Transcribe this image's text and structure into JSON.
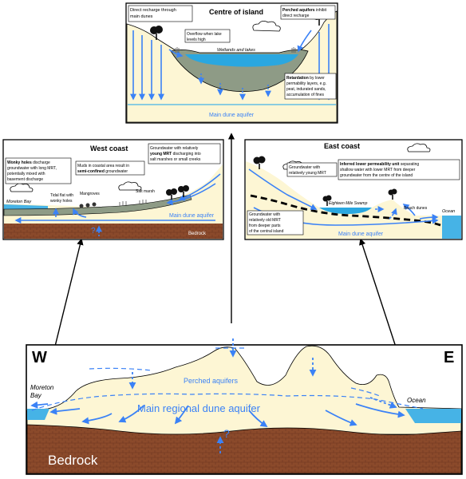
{
  "colors": {
    "sand": "#fdf6d4",
    "bedrock": "#8b4a2b",
    "water_arrow": "#3b82f6",
    "lake": "#2aa7e0",
    "low_perm": "#8e9b86",
    "ocean": "#46b3e6"
  },
  "center_panel": {
    "title": "Centre of island",
    "direct_recharge": [
      "Direct recharge through",
      "main dunes"
    ],
    "overflow": [
      "Overflow when lake",
      "levels high"
    ],
    "perched": {
      "bold": "Perched aquifers",
      "rest": [
        " inhibit",
        "direct recharge"
      ]
    },
    "wetlands": "Wetlands and lakes",
    "retardation": {
      "bold": "Retardation",
      "rest": [
        " by lower",
        "permability layers, e.g.",
        "peat, indurated sands,",
        "accumulation of fines"
      ]
    },
    "aquifer": "Main dune aquifer"
  },
  "west_panel": {
    "title": "West coast",
    "wonky": {
      "bold": "Wonky holes",
      "rest": [
        " discharge",
        "groundwater with long MRT,",
        "potentially mixed with",
        "basement discharge"
      ]
    },
    "muds": {
      "lines": [
        "Muds in coastal area result in"
      ],
      "bold": "semi-confined",
      "tail": " groundwater"
    },
    "groundwater": {
      "l1": "Groundwater with relatively",
      "bold": "young MRT",
      "l2tail": " discharging into",
      "l3": "salt marshes or small creeks"
    },
    "tidal_flat": [
      "Tidal flat with",
      "wonky holes"
    ],
    "mangroves": "Mangroves",
    "salt_marsh": "Salt marsh",
    "moreton": "Moreton Bay",
    "aquifer": "Main dune aquifer",
    "bedrock": "Bedrock",
    "question": "?"
  },
  "east_panel": {
    "title": "East coast",
    "young": [
      "Groundwater with",
      "relatively young MRT"
    ],
    "inferred": {
      "bold": "Inferred lower permeability unit",
      "rest": [
        " separating",
        "shallow water with lower MRT from deeper",
        "groundwater from the centre of the island"
      ]
    },
    "swamp": "Eighteen Mile Swamp",
    "beach_dunes": "Beach dunes",
    "ocean": "Ocean",
    "old": [
      "Groundwater with",
      "relatively old MRT",
      "from deeper parts",
      "of the central island"
    ],
    "aquifer": "Main dune aquifer"
  },
  "main_panel": {
    "west": "W",
    "east": "E",
    "moreton": [
      "Moreton",
      "Bay"
    ],
    "ocean": "Ocean",
    "perched": "Perched aquifers",
    "aquifer": "Main regional dune aquifer",
    "bedrock": "Bedrock",
    "question": "?"
  }
}
